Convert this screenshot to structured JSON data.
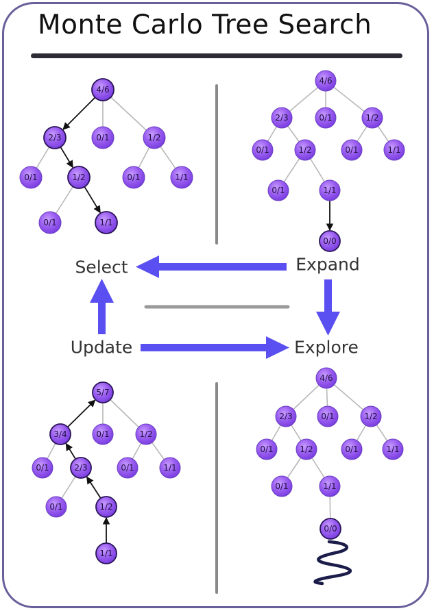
{
  "title": "Monte Carlo Tree Search",
  "steps": {
    "select": "Select",
    "expand": "Expand",
    "explore": "Explore",
    "update": "Update"
  },
  "trees": {
    "select": [
      "4/6",
      "2/3",
      "0/1",
      "1/2",
      "0/1",
      "1/2",
      "0/1",
      "1/1",
      "0/1",
      "1/1"
    ],
    "expand": [
      "4/6",
      "2/3",
      "0/1",
      "1/2",
      "0/1",
      "1/2",
      "0/1",
      "1/1",
      "0/1",
      "1/1",
      "0/0"
    ],
    "explore": [
      "4/6",
      "2/3",
      "0/1",
      "1/2",
      "0/1",
      "1/2",
      "0/1",
      "1/1",
      "0/1",
      "1/1",
      "0/0"
    ],
    "update": [
      "5/7",
      "3/4",
      "0/1",
      "1/2",
      "0/1",
      "2/3",
      "0/1",
      "1/1",
      "0/1",
      "1/2",
      "1/1"
    ]
  },
  "colors": {
    "node_fill": "#9a5df0",
    "node_stroke": "#6a3fc0",
    "arrow": "#5a4ff0",
    "frame": "#6a5f9a",
    "divider": "#8a8a8a"
  }
}
